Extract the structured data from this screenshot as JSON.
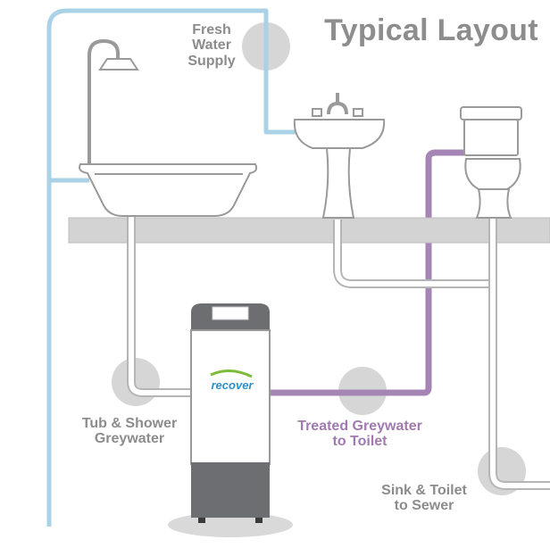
{
  "title": "Typical Layout",
  "labels": {
    "fresh_water_line1": "Fresh",
    "fresh_water_line2": "Water",
    "fresh_water_line3": "Supply",
    "tub_line1": "Tub & Shower",
    "tub_line2": "Greywater",
    "treated_line1": "Treated Greywater",
    "treated_line2": "to Toilet",
    "sewer_line1": "Sink & Toilet",
    "sewer_line2": "to Sewer"
  },
  "logo_text": "recover",
  "colors": {
    "fresh_water_pipe": "#a9d2e6",
    "treated_pipe": "#a585b6",
    "waste_pipe": "#c7c7c7",
    "label_gray": "#8c8c8c",
    "treated_label": "#a17ab0",
    "logo_blue": "#2d8fc8",
    "logo_green": "#7dbb3a",
    "floor": "#d3d3d3",
    "unit_dark": "#6d6e71"
  }
}
